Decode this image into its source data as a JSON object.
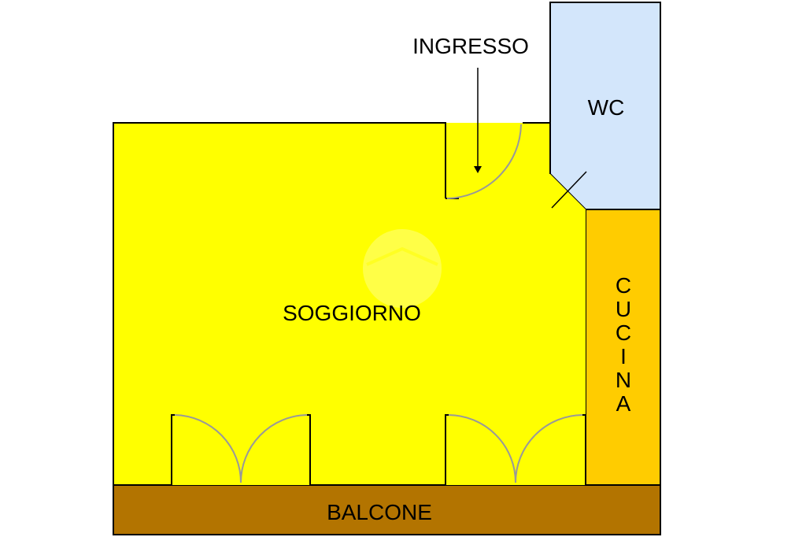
{
  "floorplan": {
    "rooms": {
      "soggiorno": {
        "label": "SOGGIORNO",
        "color": "#ffff00"
      },
      "wc": {
        "label": "WC",
        "color": "#d3e6fb"
      },
      "cucina": {
        "label": "CUCINA",
        "color": "#ffcc00"
      },
      "balcone": {
        "label": "BALCONE",
        "color": "#b37400"
      }
    },
    "ingresso": {
      "label": "INGRESSO"
    },
    "wall_color": "#000000",
    "door_swing_color": "#999999",
    "watermark_icon": "home-logo-icon"
  }
}
